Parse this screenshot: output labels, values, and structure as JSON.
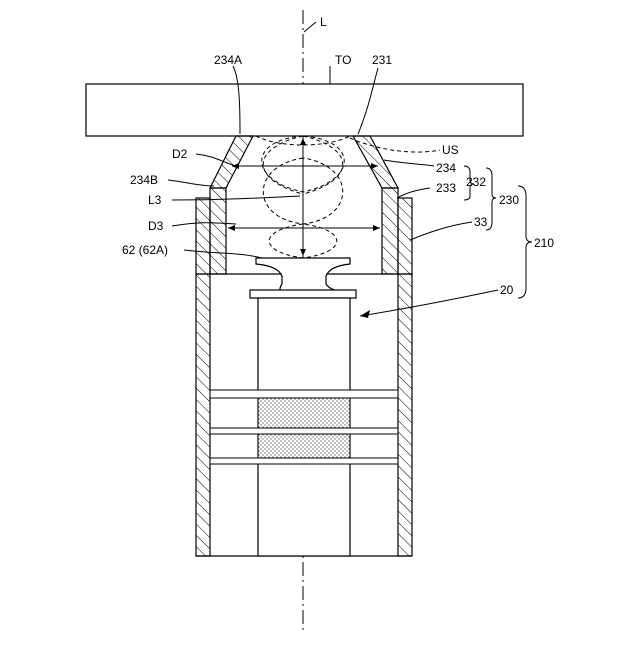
{
  "labels": {
    "axis": "L",
    "top_object": "TO",
    "tip_edge": "234A",
    "mouth": "231",
    "ultrasound": "US",
    "inner_dist_top": "D2",
    "taper": "234",
    "tip_part": "232",
    "tip_cover": "230",
    "tip_base": "234B",
    "step": "233",
    "length": "L3",
    "inner_dist_low": "D3",
    "tube": "33",
    "assembly": "210",
    "horn": "62 (62A)",
    "device": "20"
  },
  "colors": {
    "line": "#000000",
    "hatch": "#000000",
    "stipple": "#888888",
    "background": "#ffffff"
  }
}
